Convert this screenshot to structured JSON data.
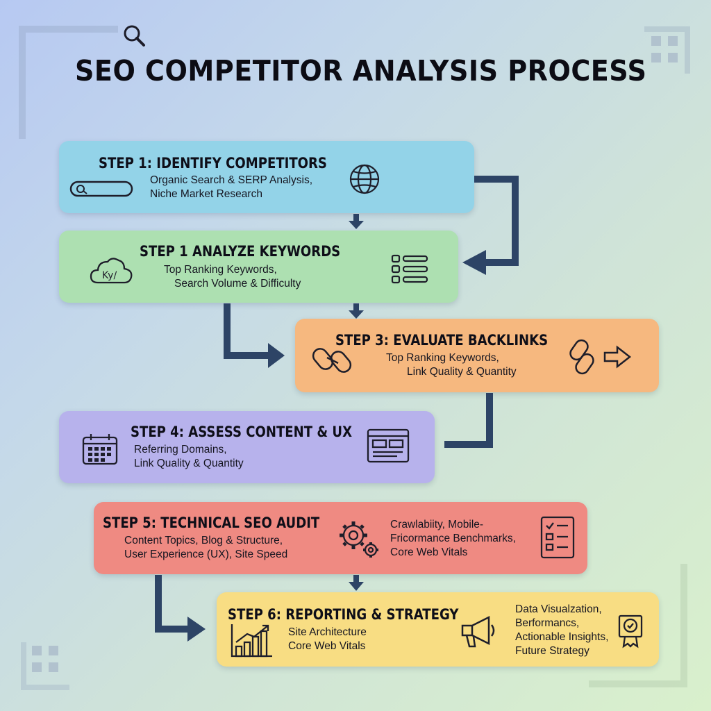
{
  "title": "SEO COMPETITOR ANALYSIS PROCESS",
  "colors": {
    "step1": "#93d3e8",
    "step2": "#ade0b1",
    "step3": "#f6b87f",
    "step4": "#b7b2ec",
    "step5": "#ef8a82",
    "step6": "#f8dd83",
    "arrow": "#2d4466"
  },
  "steps": [
    {
      "title": "STEP 1: IDENTIFY COMPETITORS",
      "lines": [
        "Organic Search & SERP Analysis,",
        "Niche Market Research"
      ],
      "icons": [
        "search-bar-icon",
        "globe-icon"
      ]
    },
    {
      "title": "STEP 1 ANALYZE KEYWORDS",
      "lines": [
        "Top Ranking Keywords,",
        "Search Volume & Difficulty"
      ],
      "icons": [
        "keyword-cloud-icon",
        "list-icon"
      ]
    },
    {
      "title": "STEP 3: EVALUATE BACKLINKS",
      "lines": [
        "Top Ranking Keywords,",
        "Link Quality & Quantity"
      ],
      "icons": [
        "chain-link-icon",
        "chain-link-arrow-icon"
      ]
    },
    {
      "title": "STEP 4: ASSESS CONTENT & UX",
      "lines": [
        "Referring Domains,",
        "Link Quality & Quantity"
      ],
      "icons": [
        "calendar-icon",
        "browser-window-icon"
      ]
    },
    {
      "title": "STEP 5: TECHNICAL SEO AUDIT",
      "lines": [
        "Content Topics,  Blog & Structure,",
        "User Experience (UX), Site Speed"
      ],
      "extra": [
        "Crawlabiity, Mobile-",
        "Fricormance Benchmarks,",
        "Core Web Vitals"
      ],
      "icons": [
        "gears-icon",
        "checklist-icon"
      ]
    },
    {
      "title": "STEP 6:  REPORTING & STRATEGY",
      "lines": [
        "Site Architecture",
        "Core Web Vitals"
      ],
      "extra": [
        "Data Visualzation,",
        "Berformancs,",
        "Actionable Insights,",
        "Future Strategy"
      ],
      "icons": [
        "bar-chart-icon",
        "megaphone-icon",
        "award-icon"
      ]
    }
  ]
}
